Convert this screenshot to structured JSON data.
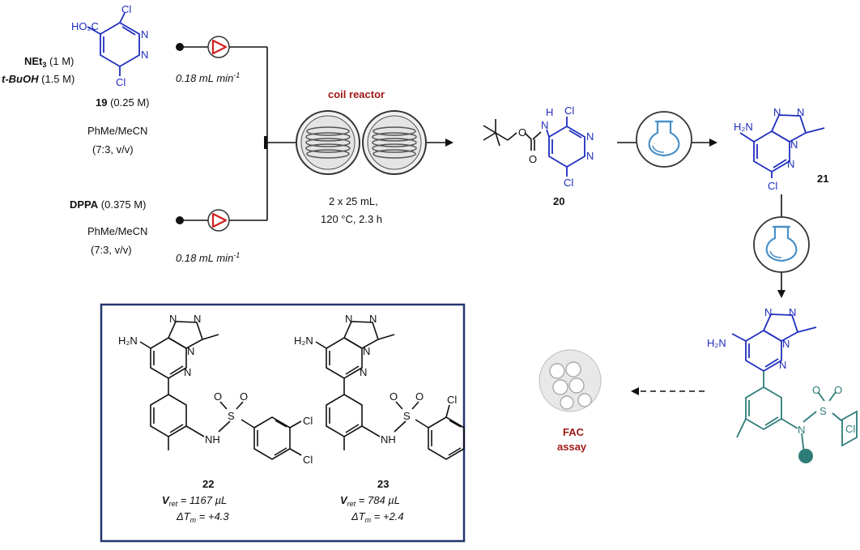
{
  "inputs": {
    "top": {
      "base_line1_bold": "NEt",
      "base_line1_sub": "3",
      "base_line1_conc": " (1 M)",
      "base_line2_bold": "t-BuOH",
      "base_line2_conc": " (1.5 M)",
      "compound_number": "19",
      "compound_conc": " (0.25 M)",
      "solvent_line1": "PhMe/MeCN",
      "solvent_line2": "(7:3, v/v)",
      "flow_rate_value": "0.18 mL min",
      "flow_rate_exp": "-1"
    },
    "bottom": {
      "reagent_bold": "DPPA",
      "reagent_conc": " (0.375 M)",
      "solvent_line1": "PhMe/MeCN",
      "solvent_line2": "(7:3, v/v)",
      "flow_rate_value": "0.18 mL min",
      "flow_rate_exp": "-1"
    }
  },
  "reactor": {
    "title": "coil reactor",
    "conditions_line1": "2 x 25 mL,",
    "conditions_line2": "120 °C, 2.3 h"
  },
  "compounds": {
    "c19": {
      "acid": "HO₂C",
      "cl_top": "Cl",
      "cl_bottom": "Cl",
      "n1": "N",
      "n2": "N"
    },
    "c20": {
      "number": "20",
      "o1": "O",
      "o2": "O",
      "nh": "H",
      "nh_n": "N",
      "cl_top": "Cl",
      "cl_bottom": "Cl",
      "n1": "N",
      "n2": "N"
    },
    "c21": {
      "number": "21",
      "amine": "H₂N",
      "cl": "Cl",
      "n_labels": [
        "N",
        "N",
        "N",
        "N"
      ]
    },
    "scaffold": {
      "amine": "H₂N",
      "n_labels": [
        "N",
        "N",
        "N",
        "N"
      ],
      "sulfonyl_o1": "O",
      "sulfonyl_o2": "O",
      "s": "S",
      "n": "N",
      "cl": "Cl"
    },
    "c22": {
      "number": "22",
      "amine": "H₂N",
      "nh": "NH",
      "s": "S",
      "o1": "O",
      "o2": "O",
      "cl1": "Cl",
      "cl2": "Cl",
      "n_labels": [
        "N",
        "N",
        "N",
        "N"
      ],
      "vret_label": "V",
      "vret_sub": "ret",
      "vret_value": " = 1167 µL",
      "dtm_label": "ΔT",
      "dtm_sub": "m",
      "dtm_value": " = +4.3"
    },
    "c23": {
      "number": "23",
      "amine": "H₂N",
      "nh": "NH",
      "s": "S",
      "o1": "O",
      "o2": "O",
      "cl1": "Cl",
      "n_labels": [
        "N",
        "N",
        "N",
        "N"
      ],
      "vret_label": "V",
      "vret_sub": "ret",
      "vret_value": " = 784 µL",
      "dtm_label": "ΔT",
      "dtm_sub": "m",
      "dtm_value": " = +2.4"
    }
  },
  "assay": {
    "line1": "FAC",
    "line2": "assay"
  },
  "colors": {
    "blue": "#1e2dbf",
    "teal": "#2e7c78",
    "red_text": "#a01818",
    "pump_red": "#d42020",
    "flask_blue": "#4a90c8",
    "box_border": "#22356e"
  }
}
